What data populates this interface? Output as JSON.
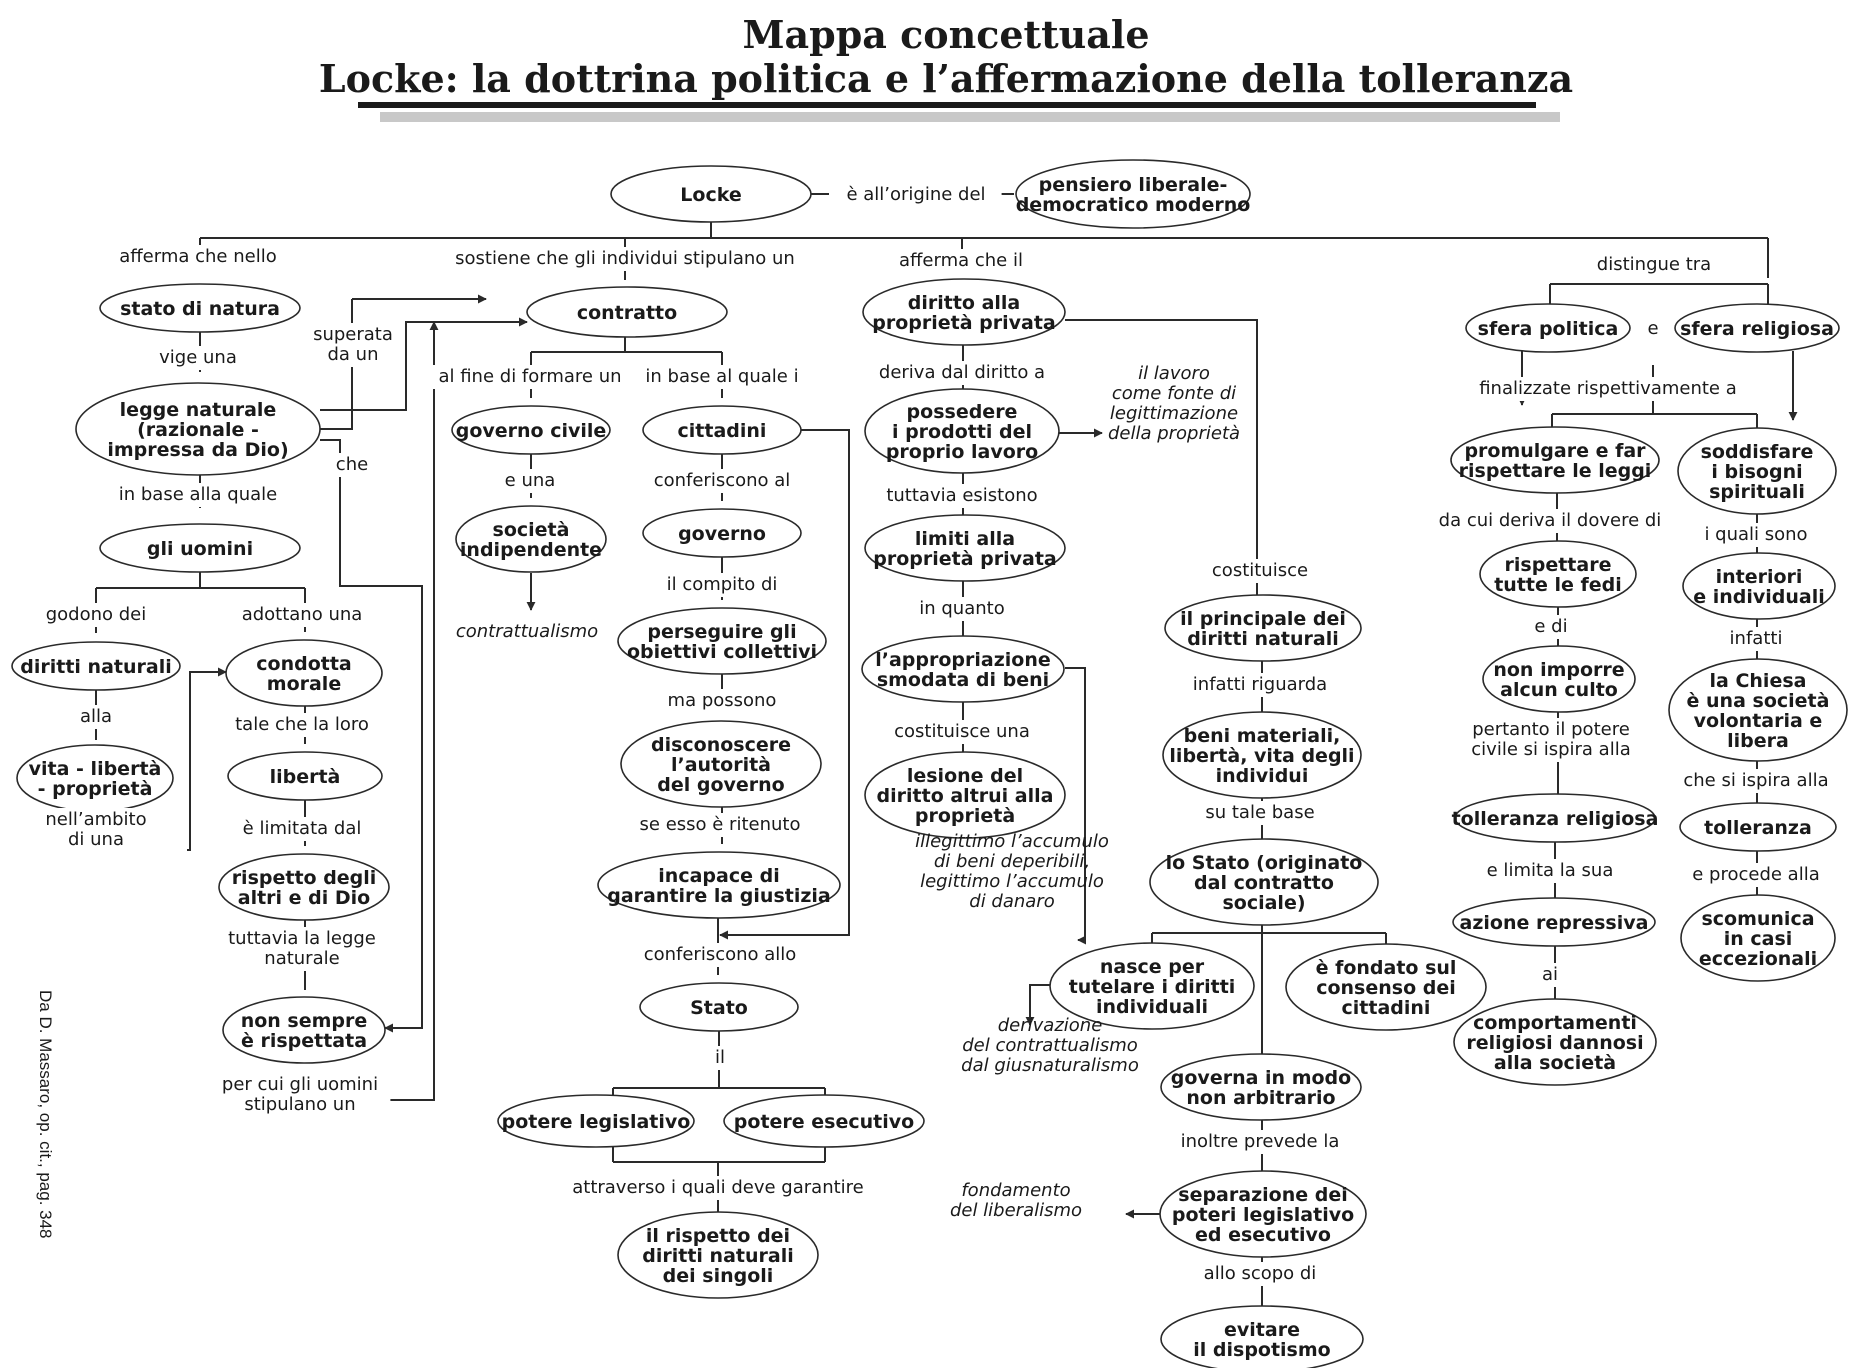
{
  "title": "Mappa concettuale",
  "subtitle": "Locke: la dottrina politica e l’affermazione della tolleranza",
  "credit": "Da D. Massaro, op. cit., pag. 348",
  "nodes": [
    {
      "id": "locke",
      "lines": [
        "Locke"
      ]
    },
    {
      "id": "pensiero",
      "lines": [
        "pensiero liberale-",
        "democratico moderno"
      ]
    },
    {
      "id": "stato_natura",
      "lines": [
        "stato di natura"
      ]
    },
    {
      "id": "legge_nat",
      "lines": [
        "legge naturale",
        "(razionale -",
        "impressa da Dio)"
      ]
    },
    {
      "id": "uomini",
      "lines": [
        "gli uomini"
      ]
    },
    {
      "id": "diritti_nat",
      "lines": [
        "diritti naturali"
      ]
    },
    {
      "id": "vita",
      "lines": [
        "vita - libertà",
        "- proprietà"
      ]
    },
    {
      "id": "condotta",
      "lines": [
        "condotta",
        "morale"
      ]
    },
    {
      "id": "liberta",
      "lines": [
        "libertà"
      ]
    },
    {
      "id": "rispetto_altri",
      "lines": [
        "rispetto degli",
        "altri e di Dio"
      ]
    },
    {
      "id": "non_sempre",
      "lines": [
        "non sempre",
        "è rispettata"
      ]
    },
    {
      "id": "contratto",
      "lines": [
        "contratto"
      ]
    },
    {
      "id": "gov_civile",
      "lines": [
        "governo civile"
      ]
    },
    {
      "id": "societa_ind",
      "lines": [
        "società",
        "indipendente"
      ]
    },
    {
      "id": "cittadini",
      "lines": [
        "cittadini"
      ]
    },
    {
      "id": "governo",
      "lines": [
        "governo"
      ]
    },
    {
      "id": "perseguire",
      "lines": [
        "perseguire gli",
        "obiettivi collettivi"
      ]
    },
    {
      "id": "disconoscere",
      "lines": [
        "disconoscere",
        "l’autorità",
        "del governo"
      ]
    },
    {
      "id": "incapace",
      "lines": [
        "incapace di",
        "garantire la giustizia"
      ]
    },
    {
      "id": "stato",
      "lines": [
        "Stato"
      ]
    },
    {
      "id": "pot_leg",
      "lines": [
        "potere legislativo"
      ]
    },
    {
      "id": "pot_esec",
      "lines": [
        "potere esecutivo"
      ]
    },
    {
      "id": "rispetto_dir",
      "lines": [
        "il rispetto dei",
        "diritti naturali",
        "dei singoli"
      ]
    },
    {
      "id": "prop_priv",
      "lines": [
        "diritto alla",
        "proprietà privata"
      ]
    },
    {
      "id": "possedere",
      "lines": [
        "possedere",
        "i prodotti del",
        "proprio lavoro"
      ]
    },
    {
      "id": "limiti",
      "lines": [
        "limiti alla",
        "proprietà privata"
      ]
    },
    {
      "id": "appropriazione",
      "lines": [
        "l’appropriazione",
        "smodata di beni"
      ]
    },
    {
      "id": "lesione",
      "lines": [
        "lesione del",
        "diritto altrui alla",
        "proprietà"
      ]
    },
    {
      "id": "principale",
      "lines": [
        "il principale dei",
        "diritti naturali"
      ]
    },
    {
      "id": "beni",
      "lines": [
        "beni materiali,",
        "libertà, vita degli",
        "individui"
      ]
    },
    {
      "id": "lo_stato",
      "lines": [
        "lo Stato (originato",
        "dal contratto",
        "sociale)"
      ]
    },
    {
      "id": "nasce",
      "lines": [
        "nasce per",
        "tutelare i diritti",
        "individuali"
      ]
    },
    {
      "id": "fondato",
      "lines": [
        "è fondato sul",
        "consenso dei",
        "cittadini"
      ]
    },
    {
      "id": "governa",
      "lines": [
        "governa in modo",
        "non arbitrario"
      ]
    },
    {
      "id": "separazione",
      "lines": [
        "separazione dei",
        "poteri legislativo",
        "ed esecutivo"
      ]
    },
    {
      "id": "evitare",
      "lines": [
        "evitare",
        "il dispotismo"
      ]
    },
    {
      "id": "sfera_pol",
      "lines": [
        "sfera politica"
      ]
    },
    {
      "id": "sfera_rel",
      "lines": [
        "sfera religiosa"
      ]
    },
    {
      "id": "promulgare",
      "lines": [
        "promulgare e far",
        "rispettare le leggi"
      ]
    },
    {
      "id": "rispettare_fedi",
      "lines": [
        "rispettare",
        "tutte le fedi"
      ]
    },
    {
      "id": "non_imporre",
      "lines": [
        "non imporre",
        "alcun culto"
      ]
    },
    {
      "id": "toll_rel",
      "lines": [
        "tolleranza religiosa"
      ]
    },
    {
      "id": "azione_rep",
      "lines": [
        "azione repressiva"
      ]
    },
    {
      "id": "comportamenti",
      "lines": [
        "comportamenti",
        "religiosi dannosi",
        "alla società"
      ]
    },
    {
      "id": "soddisfare",
      "lines": [
        "soddisfare",
        "i bisogni",
        "spirituali"
      ]
    },
    {
      "id": "interiori",
      "lines": [
        "interiori",
        "e individuali"
      ]
    },
    {
      "id": "chiesa",
      "lines": [
        "la Chiesa",
        "è una società",
        "volontaria e",
        "libera"
      ]
    },
    {
      "id": "tolleranza",
      "lines": [
        "tolleranza"
      ]
    },
    {
      "id": "scomunica",
      "lines": [
        "scomunica",
        "in casi",
        "eccezionali"
      ]
    }
  ],
  "labels": [
    {
      "id": "l_origine",
      "lines": [
        "è all’origine del"
      ]
    },
    {
      "id": "l_afferma_nello",
      "lines": [
        "afferma che nello"
      ]
    },
    {
      "id": "l_sostiene",
      "lines": [
        "sostiene che gli individui stipulano un"
      ]
    },
    {
      "id": "l_afferma_il",
      "lines": [
        "afferma che il"
      ]
    },
    {
      "id": "l_distingue",
      "lines": [
        "distingue tra"
      ]
    },
    {
      "id": "l_vige",
      "lines": [
        "vige una"
      ]
    },
    {
      "id": "l_superata",
      "lines": [
        "superata",
        "da un"
      ]
    },
    {
      "id": "l_che",
      "lines": [
        "che"
      ]
    },
    {
      "id": "l_base_quale",
      "lines": [
        "in base alla quale"
      ]
    },
    {
      "id": "l_godono",
      "lines": [
        "godono dei"
      ]
    },
    {
      "id": "l_adottano",
      "lines": [
        "adottano una"
      ]
    },
    {
      "id": "l_alla",
      "lines": [
        "alla"
      ]
    },
    {
      "id": "l_ambito",
      "lines": [
        "nell’ambito",
        "di una"
      ]
    },
    {
      "id": "l_tale",
      "lines": [
        "tale che la loro"
      ]
    },
    {
      "id": "l_limitata",
      "lines": [
        "è limitata dal"
      ]
    },
    {
      "id": "l_tuttavia_legge",
      "lines": [
        "tuttavia la legge",
        "naturale"
      ]
    },
    {
      "id": "l_percui",
      "lines": [
        "per cui gli uomini",
        "stipulano un"
      ]
    },
    {
      "id": "l_fine",
      "lines": [
        "al fine di formare un"
      ]
    },
    {
      "id": "l_base_i",
      "lines": [
        "in base al quale i"
      ]
    },
    {
      "id": "l_euna",
      "lines": [
        "e una"
      ]
    },
    {
      "id": "l_conferiscono_al",
      "lines": [
        "conferiscono al"
      ]
    },
    {
      "id": "l_compito",
      "lines": [
        "il compito di"
      ]
    },
    {
      "id": "l_possono",
      "lines": [
        "ma possono"
      ]
    },
    {
      "id": "l_se_esso",
      "lines": [
        "se esso è ritenuto"
      ]
    },
    {
      "id": "l_conferiscono_allo",
      "lines": [
        "conferiscono allo"
      ]
    },
    {
      "id": "l_il",
      "lines": [
        "il"
      ]
    },
    {
      "id": "l_attraverso",
      "lines": [
        "attraverso i quali deve garantire"
      ]
    },
    {
      "id": "l_deriva",
      "lines": [
        "deriva dal diritto a"
      ]
    },
    {
      "id": "l_tuttavia_esistono",
      "lines": [
        "tuttavia esistono"
      ]
    },
    {
      "id": "l_in_quanto",
      "lines": [
        "in quanto"
      ]
    },
    {
      "id": "l_costituisce_una",
      "lines": [
        "costituisce una"
      ]
    },
    {
      "id": "l_costituisce",
      "lines": [
        "costituisce"
      ]
    },
    {
      "id": "l_infatti_riguarda",
      "lines": [
        "infatti riguarda"
      ]
    },
    {
      "id": "l_su_tale",
      "lines": [
        "su tale base"
      ]
    },
    {
      "id": "l_inoltre",
      "lines": [
        "inoltre prevede la"
      ]
    },
    {
      "id": "l_allo_scopo",
      "lines": [
        "allo scopo di"
      ]
    },
    {
      "id": "l_e",
      "lines": [
        "e"
      ]
    },
    {
      "id": "l_finalizzate",
      "lines": [
        "finalizzate rispettivamente a"
      ]
    },
    {
      "id": "l_da_cui",
      "lines": [
        "da cui deriva il dovere di"
      ]
    },
    {
      "id": "l_e_di",
      "lines": [
        "e di"
      ]
    },
    {
      "id": "l_pertanto",
      "lines": [
        "pertanto il potere",
        "civile si ispira alla"
      ]
    },
    {
      "id": "l_e_limita",
      "lines": [
        "e limita la sua"
      ]
    },
    {
      "id": "l_ai",
      "lines": [
        "ai"
      ]
    },
    {
      "id": "l_quali_sono",
      "lines": [
        "i quali sono"
      ]
    },
    {
      "id": "l_infatti",
      "lines": [
        "infatti"
      ]
    },
    {
      "id": "l_che_ispira",
      "lines": [
        "che si ispira alla"
      ]
    },
    {
      "id": "l_procede",
      "lines": [
        "e procede alla"
      ]
    }
  ],
  "notes": [
    {
      "id": "n_contrattualismo",
      "lines": [
        "contrattualismo"
      ]
    },
    {
      "id": "n_lavoro",
      "lines": [
        "il lavoro",
        "come fonte di",
        "legittimazione",
        "della proprietà"
      ]
    },
    {
      "id": "n_illegittimo",
      "lines": [
        "illegittimo l’accumulo",
        "di beni deperibili,",
        "legittimo l’accumulo",
        "di danaro"
      ]
    },
    {
      "id": "n_derivazione",
      "lines": [
        "derivazione",
        "del contrattualismo",
        "dal giusnaturalismo"
      ]
    },
    {
      "id": "n_fondamento",
      "lines": [
        "fondamento",
        "del liberalismo"
      ]
    }
  ]
}
